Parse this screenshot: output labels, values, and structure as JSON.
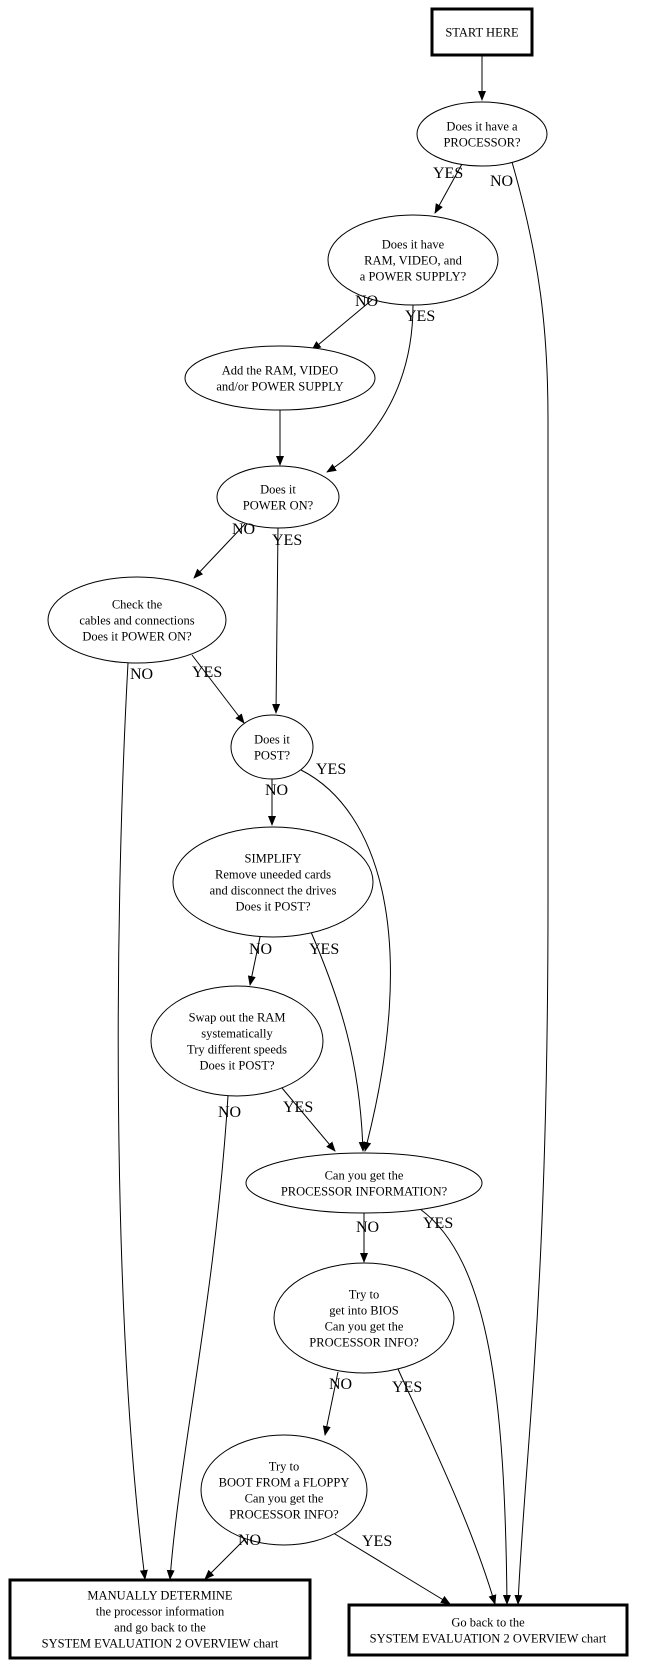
{
  "nodes": {
    "start": {
      "lines": [
        "START HERE"
      ]
    },
    "processor": {
      "lines": [
        "Does it have a",
        "PROCESSOR?"
      ]
    },
    "ram_video_psu": {
      "lines": [
        "Does it have",
        "RAM, VIDEO, and",
        "a POWER SUPPLY?"
      ]
    },
    "add_parts": {
      "lines": [
        "Add the RAM, VIDEO",
        "and/or POWER SUPPLY"
      ]
    },
    "power_on": {
      "lines": [
        "Does it",
        "POWER ON?"
      ]
    },
    "check_cables": {
      "lines": [
        "Check the",
        "cables and connections",
        "Does it POWER ON?"
      ]
    },
    "post": {
      "lines": [
        "Does it",
        "POST?"
      ]
    },
    "simplify": {
      "lines": [
        "SIMPLIFY",
        "Remove uneeded cards",
        "and disconnect the drives",
        "Does it POST?"
      ]
    },
    "swap_ram": {
      "lines": [
        "Swap out the RAM",
        "systematically",
        "Try different speeds",
        "Does it POST?"
      ]
    },
    "proc_info": {
      "lines": [
        "Can you get the",
        "PROCESSOR INFORMATION?"
      ]
    },
    "bios": {
      "lines": [
        "Try to",
        "get into BIOS",
        "Can you get the",
        "PROCESSOR INFO?"
      ]
    },
    "floppy": {
      "lines": [
        "Try to",
        "BOOT FROM a FLOPPY",
        "Can you get the",
        "PROCESSOR INFO?"
      ]
    },
    "manual": {
      "lines": [
        "MANUALLY DETERMINE",
        "the processor information",
        "and go back to the",
        "SYSTEM EVALUATION 2 OVERVIEW chart"
      ]
    },
    "go_back": {
      "lines": [
        "Go back to the",
        "SYSTEM EVALUATION 2 OVERVIEW chart"
      ]
    }
  },
  "edges": [
    {
      "from": "start",
      "to": "processor",
      "label": ""
    },
    {
      "from": "processor",
      "to": "ram_video_psu",
      "label": "YES"
    },
    {
      "from": "processor",
      "to": "go_back",
      "label": "NO"
    },
    {
      "from": "ram_video_psu",
      "to": "add_parts",
      "label": "NO"
    },
    {
      "from": "ram_video_psu",
      "to": "power_on",
      "label": "YES"
    },
    {
      "from": "add_parts",
      "to": "power_on",
      "label": ""
    },
    {
      "from": "power_on",
      "to": "check_cables",
      "label": "NO"
    },
    {
      "from": "power_on",
      "to": "post",
      "label": "YES"
    },
    {
      "from": "check_cables",
      "to": "manual",
      "label": "NO"
    },
    {
      "from": "check_cables",
      "to": "post",
      "label": "YES"
    },
    {
      "from": "post",
      "to": "simplify",
      "label": "NO"
    },
    {
      "from": "post",
      "to": "proc_info",
      "label": "YES"
    },
    {
      "from": "simplify",
      "to": "swap_ram",
      "label": "NO"
    },
    {
      "from": "simplify",
      "to": "proc_info",
      "label": "YES"
    },
    {
      "from": "swap_ram",
      "to": "manual",
      "label": "NO"
    },
    {
      "from": "swap_ram",
      "to": "proc_info",
      "label": "YES"
    },
    {
      "from": "proc_info",
      "to": "bios",
      "label": "NO"
    },
    {
      "from": "proc_info",
      "to": "go_back",
      "label": "YES"
    },
    {
      "from": "bios",
      "to": "floppy",
      "label": "NO"
    },
    {
      "from": "bios",
      "to": "go_back",
      "label": "YES"
    },
    {
      "from": "floppy",
      "to": "manual",
      "label": "NO"
    },
    {
      "from": "floppy",
      "to": "go_back",
      "label": "YES"
    }
  ]
}
